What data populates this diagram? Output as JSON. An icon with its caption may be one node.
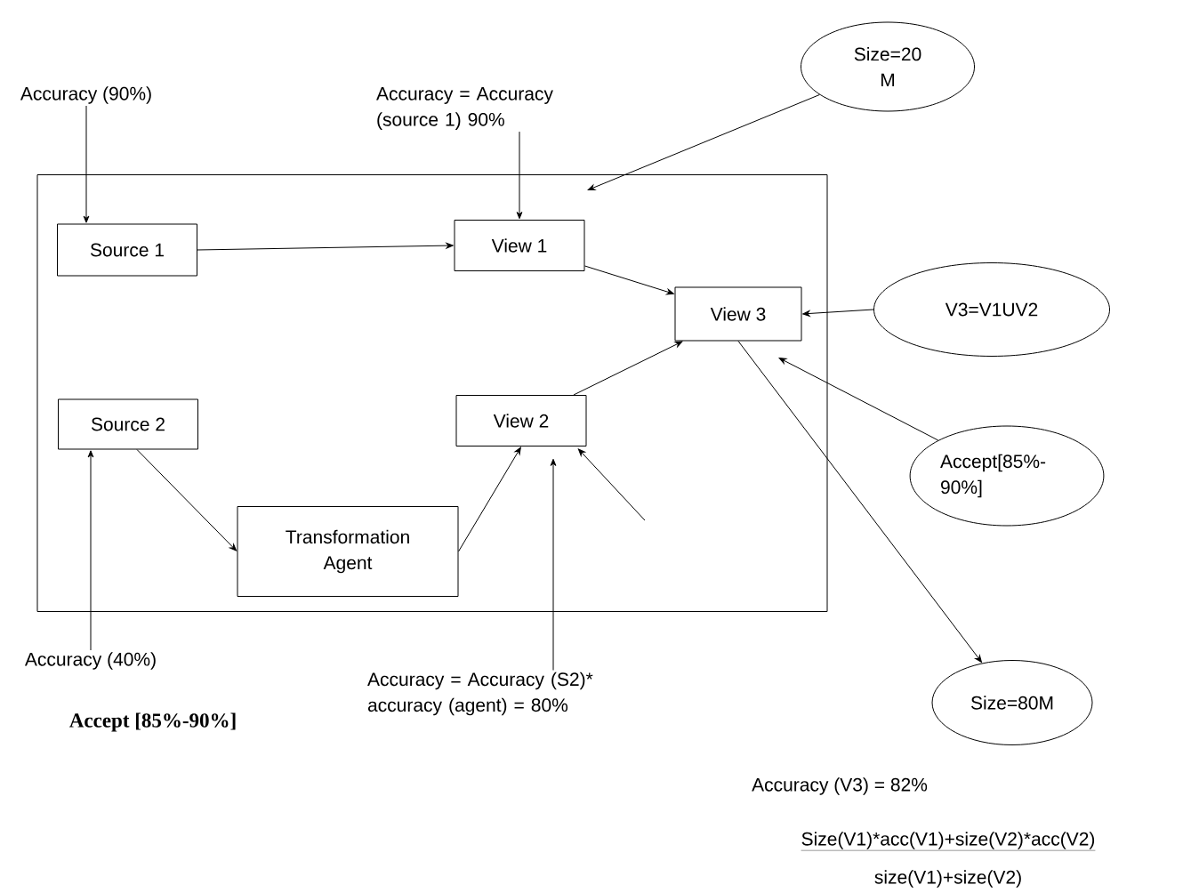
{
  "diagram": {
    "nodes": [
      {
        "text": [
          "Accuracy (90%)"
        ]
      },
      {
        "text": [
          "Accuracy = Accuracy (source 1) 90%"
        ]
      },
      {
        "text": [
          "Size=20 M"
        ]
      },
      {
        "text": [],
        "shape": "box"
      },
      {
        "text": [
          "Source 1"
        ],
        "in": 3
      },
      {
        "text": [
          "View 1"
        ],
        "in": 3
      },
      {
        "text": [
          "View 3"
        ],
        "in": 3
      },
      {
        "text": [
          "V3=V1UV2"
        ]
      },
      {
        "text": [
          "Source 2"
        ],
        "in": 3
      },
      {
        "text": [
          "View 2"
        ],
        "in": 3
      },
      {
        "text": [
          "Accept[85%-90%]"
        ]
      },
      {
        "text": [
          "Transformation Agent"
        ],
        "in": 3
      },
      {
        "text": [
          "Accuracy (40%)"
        ]
      },
      {
        "text": [
          "Accuracy = Accuracy (S2)* accuracy (agent) = 80%"
        ]
      },
      {
        "text": [
          "Size=80M"
        ]
      }
    ],
    "edges": [
      {
        "from": 0,
        "to": 4,
        "arrow": "to"
      },
      {
        "from": 1,
        "to": 5,
        "arrow": "to"
      },
      {
        "from": 2,
        "to": 3,
        "arrow": "to"
      },
      {
        "from": 4,
        "to": 5,
        "arrow": "to"
      },
      {
        "from": 5,
        "to": 6,
        "arrow": "to"
      },
      {
        "from": 7,
        "to": 6,
        "arrow": "to"
      },
      {
        "from": 10,
        "to": null,
        "arrow": "to"
      },
      {
        "from": 9,
        "to": 6,
        "arrow": "to"
      },
      {
        "from": 8,
        "to": 11,
        "arrow": "to"
      },
      {
        "from": 11,
        "to": 9,
        "arrow": "to"
      },
      {
        "from": 12,
        "to": 8,
        "arrow": "to"
      },
      {
        "from": 13,
        "to": 9,
        "arrow": "to"
      },
      {
        "from": null,
        "to": 9,
        "arrow": "to"
      },
      {
        "from": 6,
        "to": 14,
        "arrow": "to"
      }
    ],
    "labels": [
      "Accept [85%-90%]",
      "Accuracy (V3) = 82%",
      "Size(V1)*acc(V1)+size(V2)*acc(V2)",
      "size(V1)+size(V2)"
    ]
  }
}
